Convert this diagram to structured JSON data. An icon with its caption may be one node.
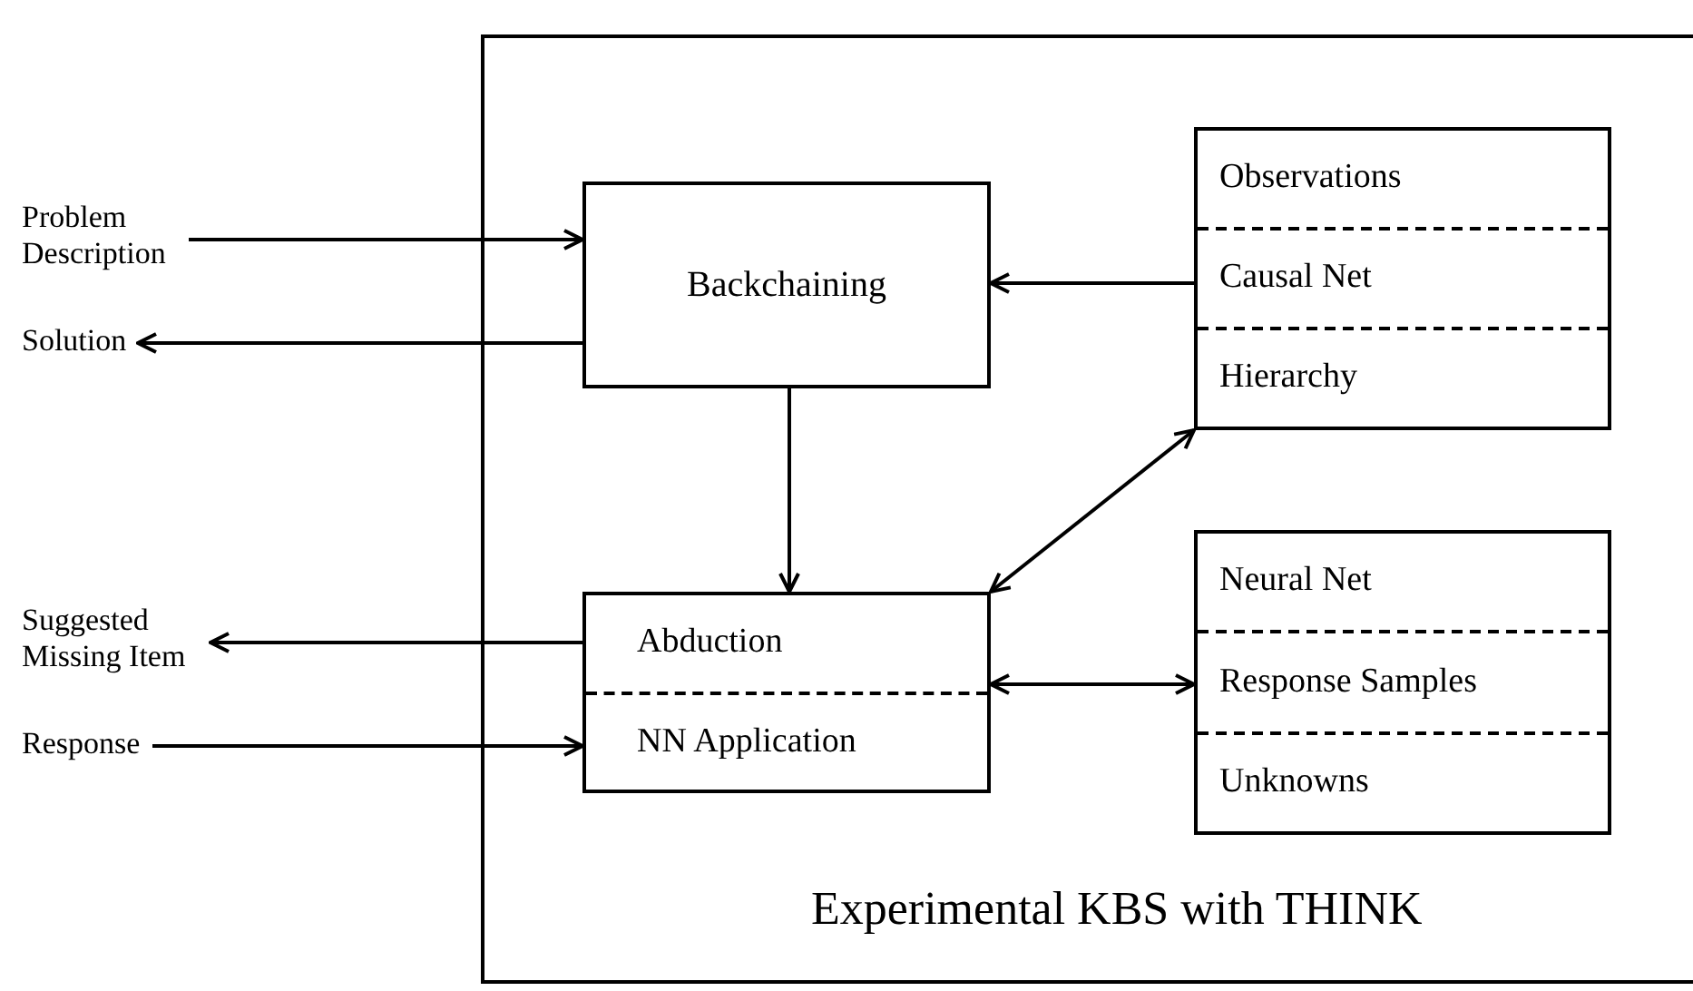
{
  "diagram": {
    "nodes": [
      {
        "text": [
          "Experimental KBS with THINK"
        ]
      },
      {
        "text": [
          "Backchaining"
        ],
        "in": 0
      },
      {
        "text": [
          "Observations",
          "Causal Net",
          "Hierarchy"
        ],
        "in": 0
      },
      {
        "text": [
          "Abduction",
          "NN Application"
        ],
        "in": 0
      },
      {
        "text": [
          "Neural Net",
          "Response Samples",
          "Unknowns"
        ],
        "in": 0
      },
      {
        "text": [
          "Problem Description"
        ]
      },
      {
        "text": [
          "Solution"
        ]
      },
      {
        "text": [
          "Suggested Missing Item"
        ]
      },
      {
        "text": [
          "Response"
        ]
      }
    ],
    "edges": [
      {
        "from": 5,
        "to": 1,
        "arrow": "to"
      },
      {
        "from": 1,
        "to": 6,
        "arrow": "to"
      },
      {
        "from": 2,
        "to": 1,
        "arrow": "to"
      },
      {
        "from": 1,
        "to": 3,
        "arrow": "to"
      },
      {
        "from": 2,
        "to": 3,
        "arrow": "both"
      },
      {
        "from": 3,
        "to": 7,
        "arrow": "to"
      },
      {
        "from": 8,
        "to": 3,
        "arrow": "to"
      },
      {
        "from": 3,
        "to": 4,
        "arrow": "both"
      }
    ]
  }
}
